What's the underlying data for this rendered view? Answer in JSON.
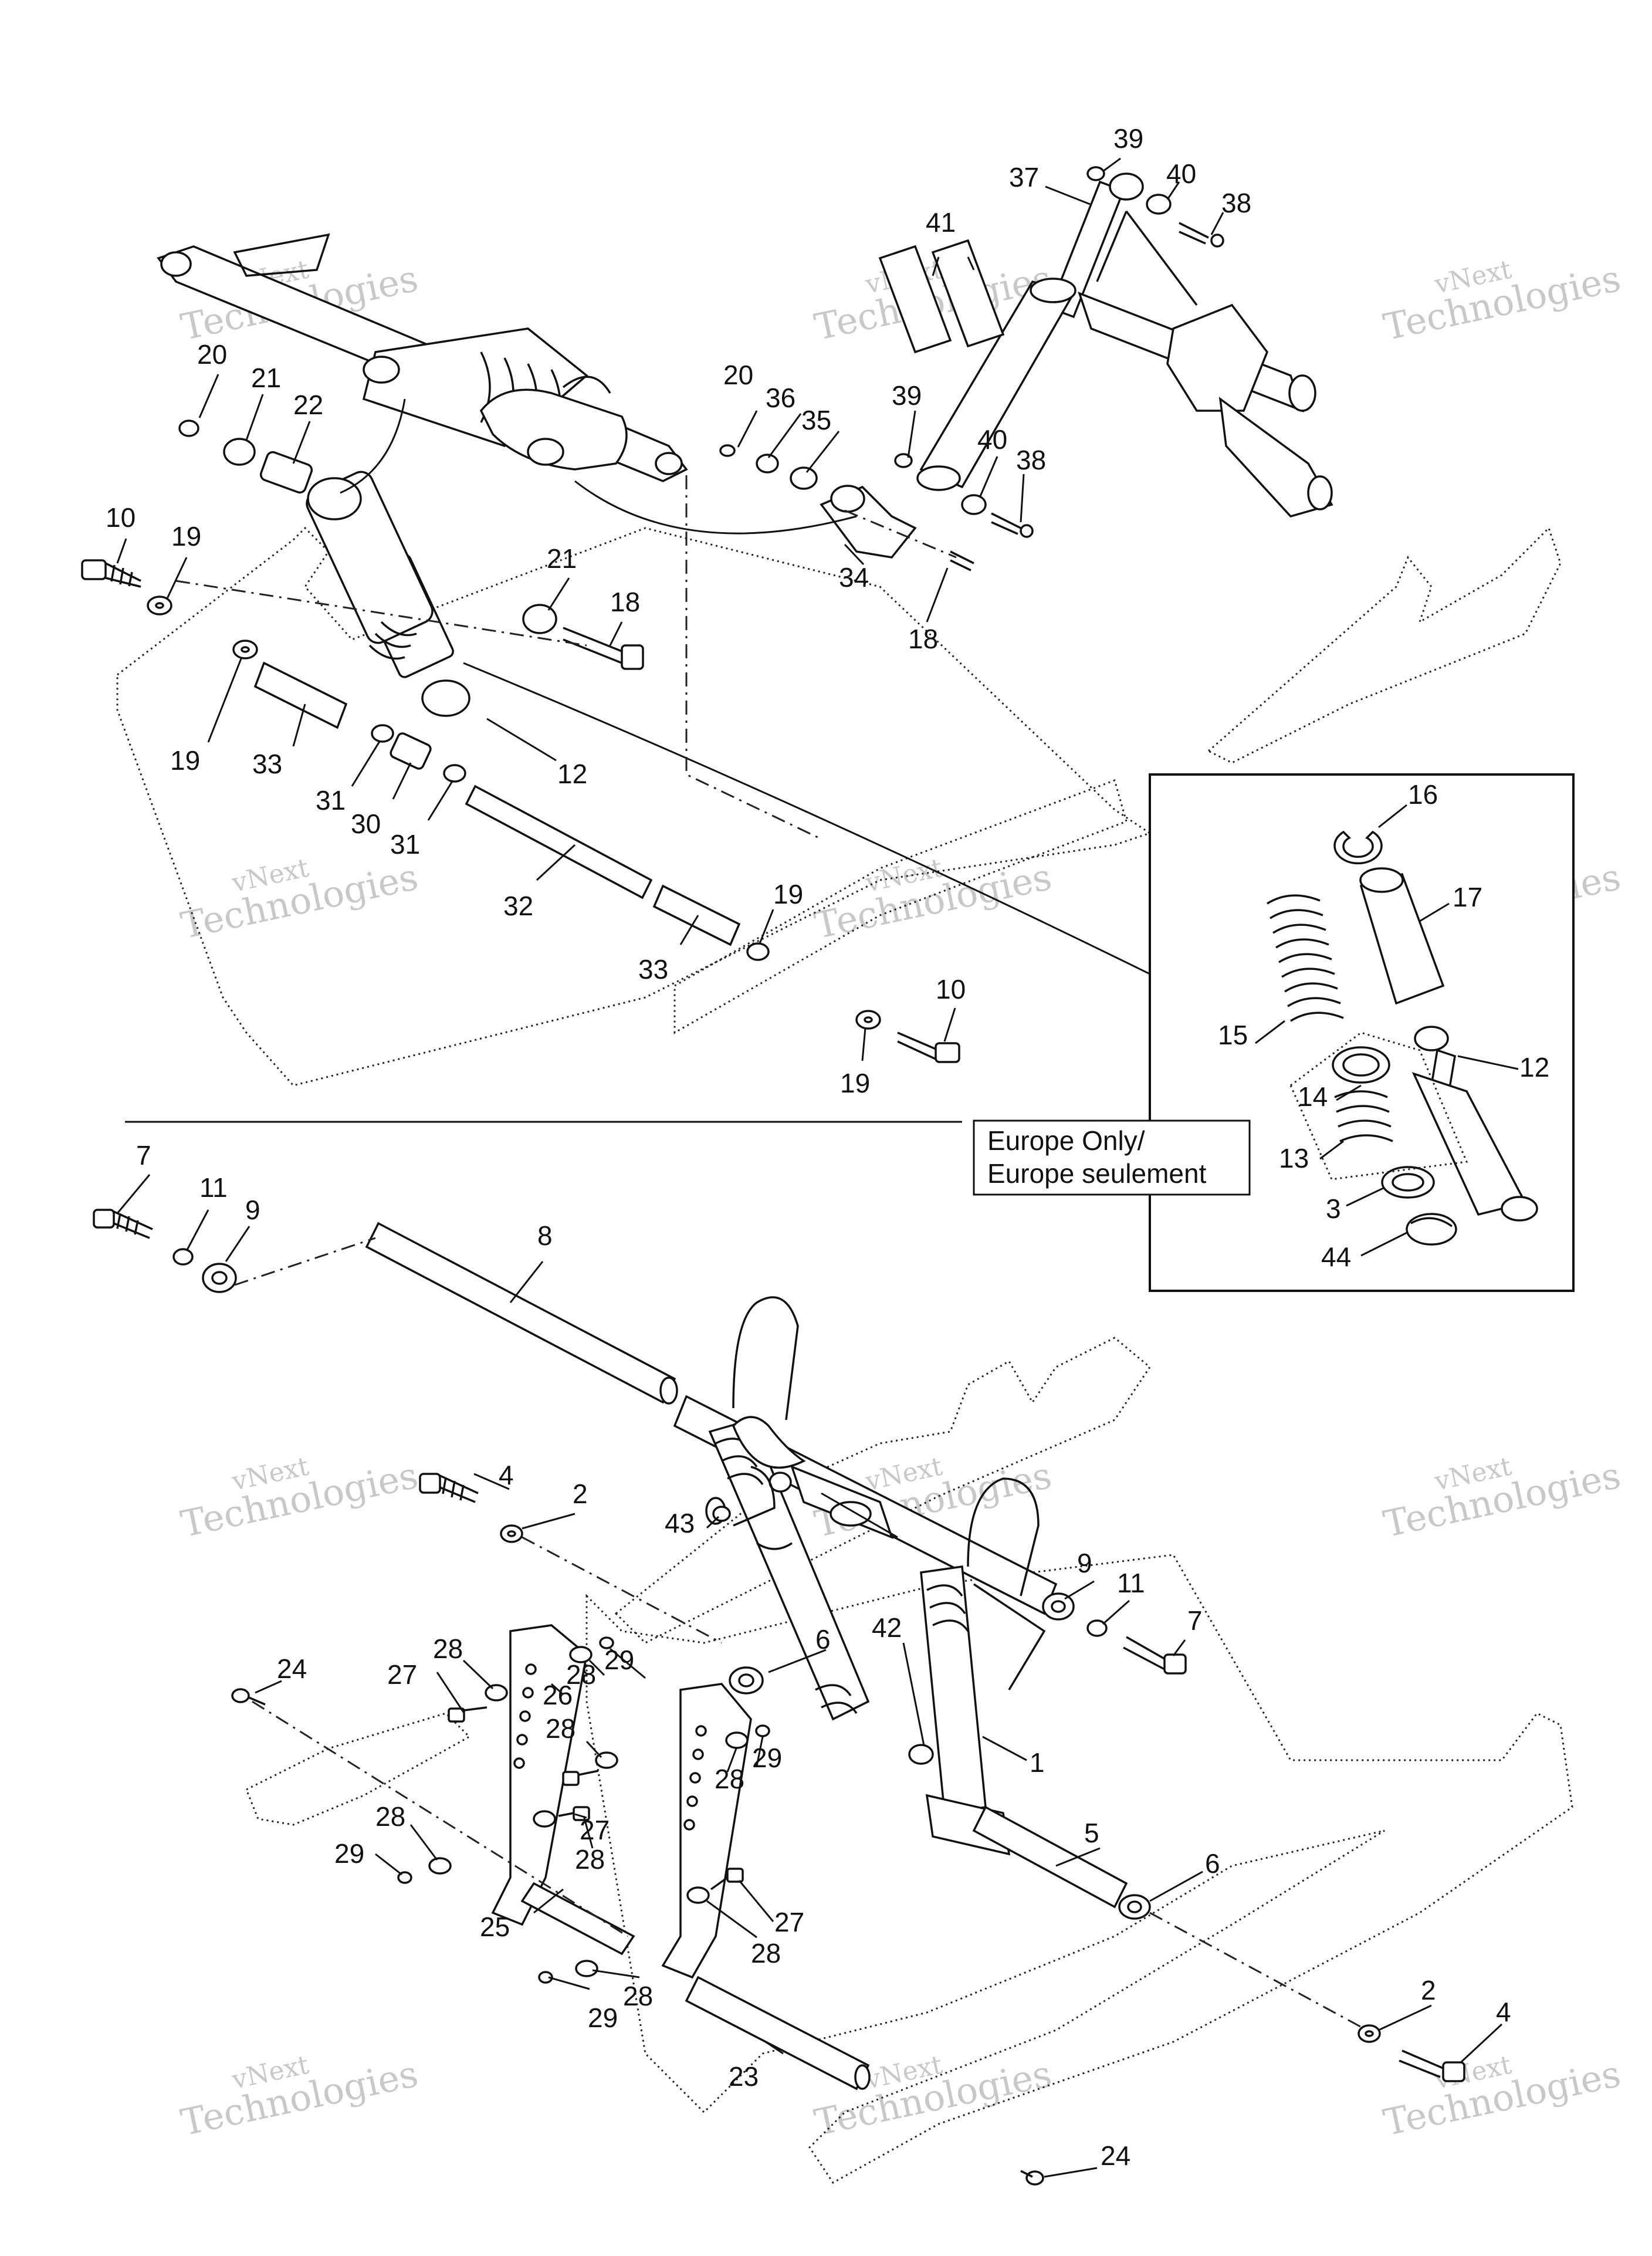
{
  "labels": {
    "p1": "1",
    "p2a": "2",
    "p2b": "2",
    "p3": "3",
    "p4a": "4",
    "p4b": "4",
    "p5": "5",
    "p6a": "6",
    "p6b": "6",
    "p7a": "7",
    "p7b": "7",
    "p8": "8",
    "p9a": "9",
    "p9b": "9",
    "p10a": "10",
    "p10b": "10",
    "p11a": "11",
    "p11b": "11",
    "p12a": "12",
    "p12b": "12",
    "p13": "13",
    "p14": "14",
    "p15": "15",
    "p16": "16",
    "p17": "17",
    "p18a": "18",
    "p18b": "18",
    "p19a": "19",
    "p19b": "19",
    "p19c": "19",
    "p19d": "19",
    "p20a": "20",
    "p20b": "20",
    "p21a": "21",
    "p21b": "21",
    "p22": "22",
    "p23": "23",
    "p24a": "24",
    "p24b": "24",
    "p25": "25",
    "p26": "26",
    "p27a": "27",
    "p27b": "27",
    "p27c": "27",
    "p28a": "28",
    "p28b": "28",
    "p28c": "28",
    "p28d": "28",
    "p28e": "28",
    "p28f": "28",
    "p28g": "28",
    "p28h": "28",
    "p29a": "29",
    "p29b": "29",
    "p29c": "29",
    "p29d": "29",
    "p30": "30",
    "p31a": "31",
    "p31b": "31",
    "p32": "32",
    "p33a": "33",
    "p33b": "33",
    "p34": "34",
    "p35": "35",
    "p36": "36",
    "p37": "37",
    "p38a": "38",
    "p38b": "38",
    "p39a": "39",
    "p39b": "39",
    "p40a": "40",
    "p40b": "40",
    "p41": "41",
    "p42": "42",
    "p43": "43",
    "p44": "44"
  },
  "inset": {
    "note_line1": "Europe Only/",
    "note_line2": "Europe seulement"
  },
  "watermark": {
    "line1": "vNext",
    "line2": "Technologies"
  }
}
